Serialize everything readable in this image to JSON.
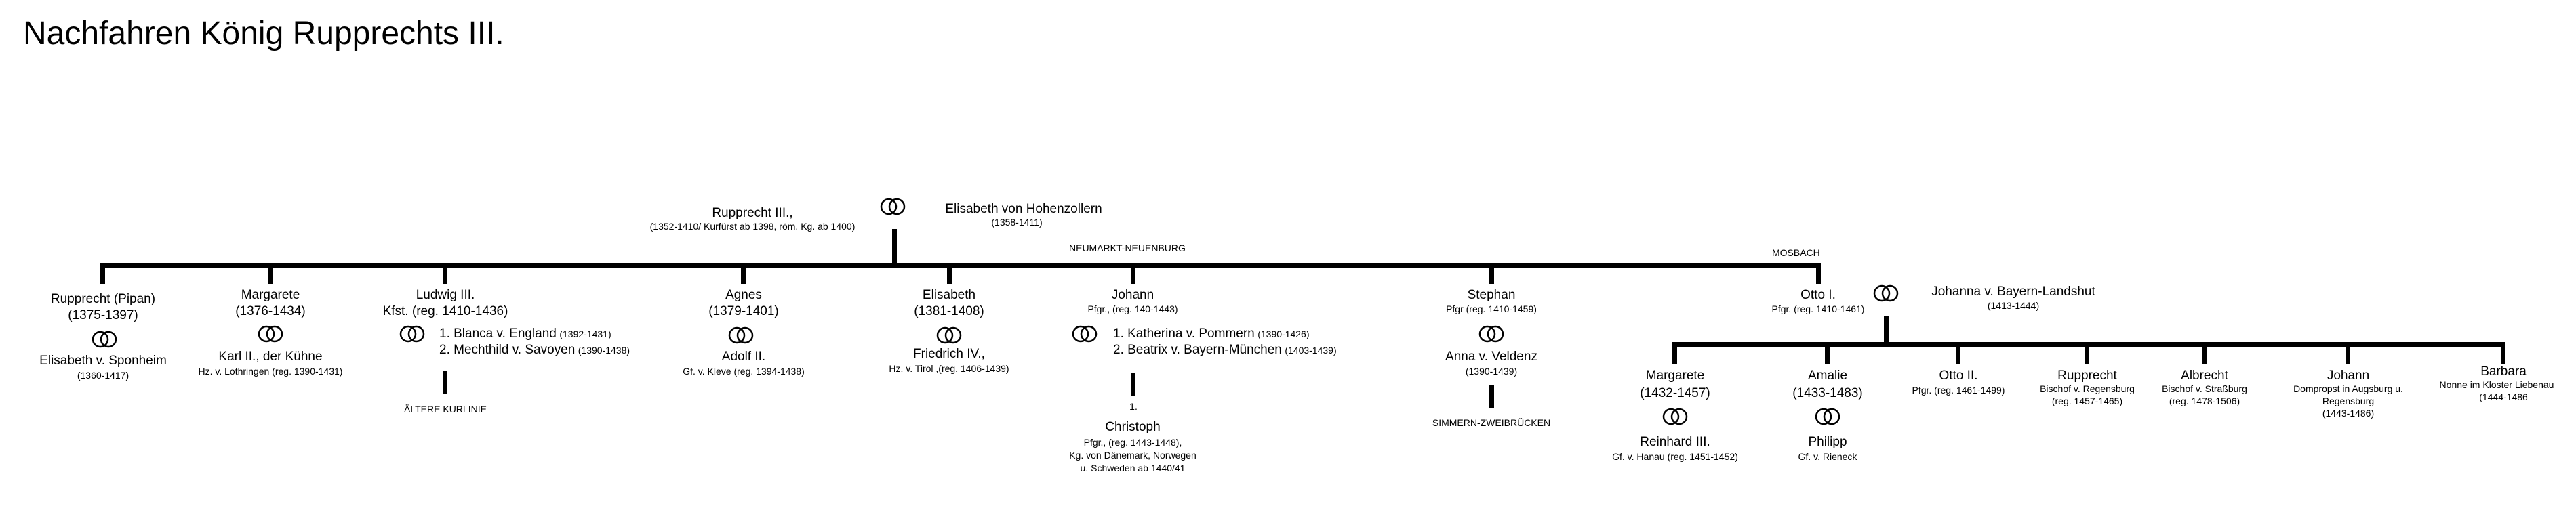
{
  "title": "Nachfahren König Rupprechts III.",
  "root": {
    "name": "Rupprecht III.,",
    "detail": "(1352-1410/ Kurfürst ab 1398, röm. Kg. ab 1400)",
    "spouse": "Elisabeth von Hohenzollern",
    "spouse_detail": "(1358-1411)",
    "marriage_icon": "rings-icon"
  },
  "lines": {
    "neumarkt": "NEUMARKT-NEUENBURG",
    "mosbach": "MOSBACH",
    "kurlinie": "ÄLTERE KURLINIE",
    "zweibruecken": "SIMMERN-ZWEIBRÜCKEN"
  },
  "children": {
    "rupprecht_pipan": {
      "name": "Rupprecht (Pipan)",
      "years": "(1375-1397)",
      "spouse": "Elisabeth v. Sponheim",
      "spouse_detail": "(1360-1417)"
    },
    "margarete": {
      "name": "Margarete",
      "years": "(1376-1434)",
      "spouse": "Karl II., der Kühne",
      "spouse_detail": "Hz. v. Lothringen (reg. 1390-1431)"
    },
    "ludwig": {
      "name": "Ludwig III.",
      "years": "Kfst. (reg. 1410-1436)",
      "spouse1": "1. Blanca v. England",
      "spouse1_detail": "(1392-1431)",
      "spouse2": "2. Mechthild v. Savoyen",
      "spouse2_detail": "(1390-1438)"
    },
    "agnes": {
      "name": "Agnes",
      "years": "(1379-1401)",
      "spouse": "Adolf  II.",
      "spouse_detail": "Gf. v. Kleve (reg. 1394-1438)"
    },
    "elisabeth": {
      "name": "Elisabeth",
      "years": "(1381-1408)",
      "spouse": "Friedrich IV.,",
      "spouse_detail": "Hz. v. Tirol ,(reg. 1406-1439)"
    },
    "johann": {
      "name": "Johann",
      "detail": "Pfgr., (reg. 140-1443)",
      "spouse1": "1. Katherina v. Pommern",
      "spouse1_detail": "(1390-1426)",
      "spouse2": "2. Beatrix v. Bayern-München",
      "spouse2_detail": "(1403-1439)"
    },
    "stephan": {
      "name": "Stephan",
      "detail": "Pfgr (reg. 1410-1459)",
      "spouse": "Anna v. Veldenz",
      "spouse_detail": "(1390-1439)"
    },
    "otto": {
      "name": "Otto I.",
      "detail": "Pfgr. (reg. 1410-1461)",
      "spouse": "Johanna v. Bayern-Landshut",
      "spouse_detail": "(1413-1444)"
    }
  },
  "johann_child": {
    "marker": "1.",
    "name": "Christoph",
    "detail1": "Pfgr., (reg. 1443-1448),",
    "detail2": "Kg. von Dänemark, Norwegen",
    "detail3": "u. Schweden ab 1440/41"
  },
  "otto_children": {
    "margarete": {
      "name": "Margarete",
      "years": "(1432-1457)",
      "spouse": "Reinhard III.",
      "spouse_detail": "Gf. v. Hanau (reg. 1451-1452)"
    },
    "amalie": {
      "name": "Amalie",
      "years": "(1433-1483)",
      "spouse": "Philipp",
      "spouse_detail": "Gf. v. Rieneck"
    },
    "otto2": {
      "name": "Otto II.",
      "detail": "Pfgr. (reg. 1461-1499)"
    },
    "rupprecht": {
      "name": "Rupprecht",
      "detail1": "Bischof v. Regensburg",
      "detail2": "(reg. 1457-1465)"
    },
    "albrecht": {
      "name": "Albrecht",
      "detail1": "Bischof v. Straßburg",
      "detail2": "(reg. 1478-1506)"
    },
    "johann": {
      "name": "Johann",
      "detail1": "Dompropst in Augsburg u.",
      "detail2": "Regensburg",
      "detail3": "(1443-1486)"
    },
    "barbara": {
      "name": "Barbara",
      "detail1": "Nonne im Kloster Liebenau",
      "detail2": "(1444-1486"
    }
  }
}
